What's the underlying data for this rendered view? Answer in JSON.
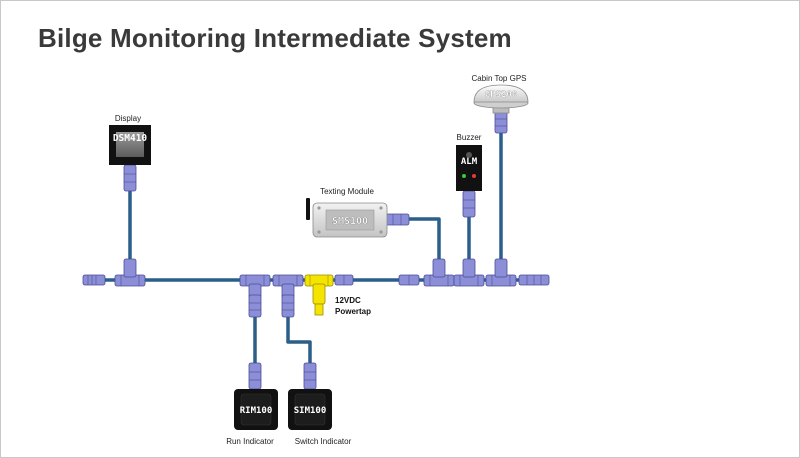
{
  "title": "Bilge Monitoring Intermediate System",
  "devices": {
    "display": {
      "label": "Display",
      "model": "DSM410"
    },
    "gps": {
      "label": "Cabin Top GPS",
      "model": "GPS200"
    },
    "buzzer": {
      "label": "Buzzer",
      "model": "ALM"
    },
    "texting": {
      "label": "Texting Module",
      "model": "SMS100"
    },
    "run": {
      "label": "Run Indicator",
      "model": "RIM100"
    },
    "switch": {
      "label": "Switch Indicator",
      "model": "SIM100"
    }
  },
  "powertap": {
    "line1": "12VDC",
    "line2": "Powertap"
  },
  "colors": {
    "cable": "#2a5f8a",
    "connector": "#8c8fd8",
    "powertap": "#f5e400",
    "device_dark": "#111111"
  }
}
